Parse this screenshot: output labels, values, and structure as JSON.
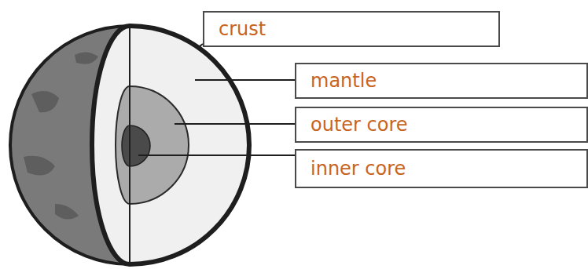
{
  "diagram": {
    "nodes": [
      {
        "text": [
          "crust"
        ]
      },
      {
        "text": [
          "mantle"
        ]
      },
      {
        "text": [
          "outer core"
        ]
      },
      {
        "text": [
          "inner core"
        ]
      }
    ]
  }
}
